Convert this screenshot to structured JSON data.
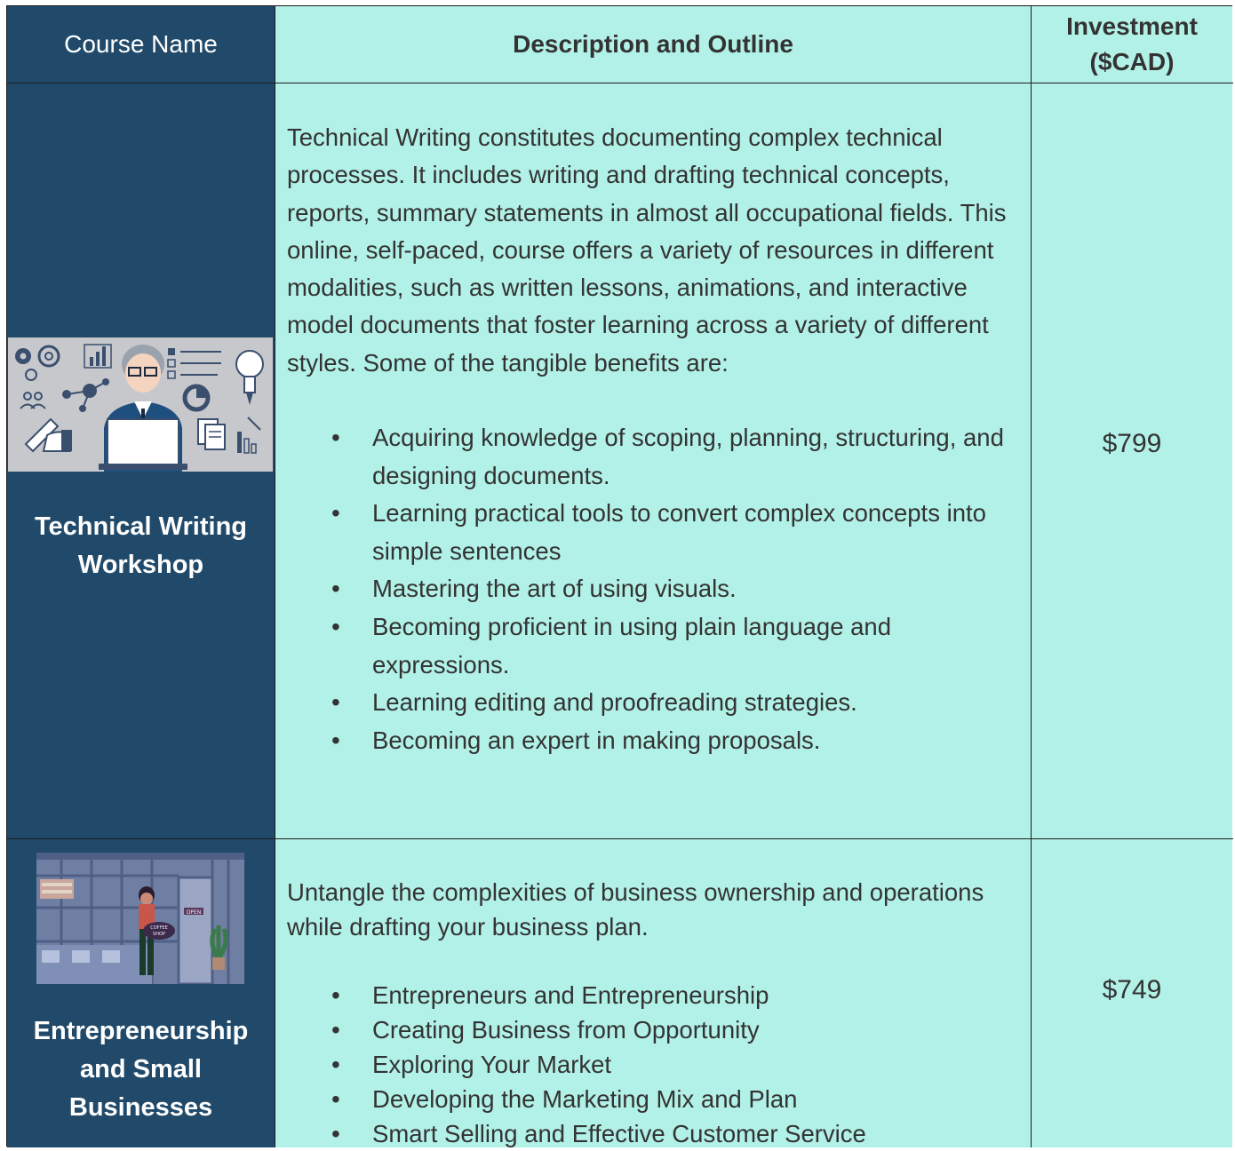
{
  "header": {
    "course_name": "Course Name",
    "description": "Description and Outline",
    "investment_line1": "Investment",
    "investment_line2": "($CAD)"
  },
  "courses": [
    {
      "title_line1": "Technical Writing",
      "title_line2": "Workshop",
      "image_icon": "technical-writing-illustration",
      "description": "Technical Writing constitutes documenting complex technical processes. It includes writing and drafting technical concepts, reports, summary statements in almost all occupational fields. This online, self-paced, course offers a variety of resources in different modalities, such as written lessons, animations, and interactive model documents that foster learning across a variety of different styles. Some of the tangible benefits are:",
      "bullets": [
        "Acquiring knowledge of scoping, planning, structuring, and designing documents.",
        "Learning practical tools to convert complex concepts into simple sentences",
        "Mastering the art of using visuals.",
        "Becoming proficient in using plain language and expressions.",
        "Learning editing and proofreading strategies.",
        "Becoming an expert in making proposals."
      ],
      "price": "$799"
    },
    {
      "title_line1": "Entrepreneurship",
      "title_line2": "and Small",
      "title_line3": "Businesses",
      "image_icon": "coffee-shop-illustration",
      "image_text_sign": "OPEN",
      "image_text_board": "COFFEE SHOP",
      "description": "Untangle the complexities of business ownership and operations while drafting your business plan.",
      "bullets": [
        "Entrepreneurs and Entrepreneurship",
        "Creating Business from Opportunity",
        "Exploring Your Market",
        "Developing the Marketing Mix and Plan",
        "Smart Selling and Effective Customer Service"
      ],
      "price": "$749"
    }
  ],
  "colors": {
    "navy": "#214a6a",
    "mint": "#b2f1e7",
    "text_dark": "#333333",
    "border": "#1d1d1d"
  }
}
